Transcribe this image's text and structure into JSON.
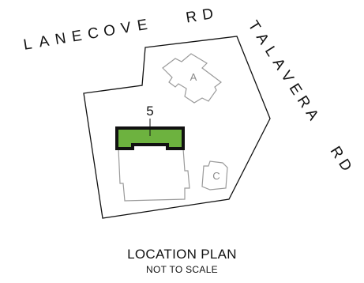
{
  "roads": {
    "lanecove": {
      "name": "LANECOVE  RD"
    },
    "talavera": {
      "name": "TALAVERA  RD"
    }
  },
  "buildings": {
    "a": {
      "label": "A"
    },
    "c": {
      "label": "C"
    }
  },
  "lot": {
    "label": "5",
    "highlight_color": "#6db23f"
  },
  "caption": {
    "title": "LOCATION PLAN",
    "subtitle": "NOT TO SCALE"
  }
}
